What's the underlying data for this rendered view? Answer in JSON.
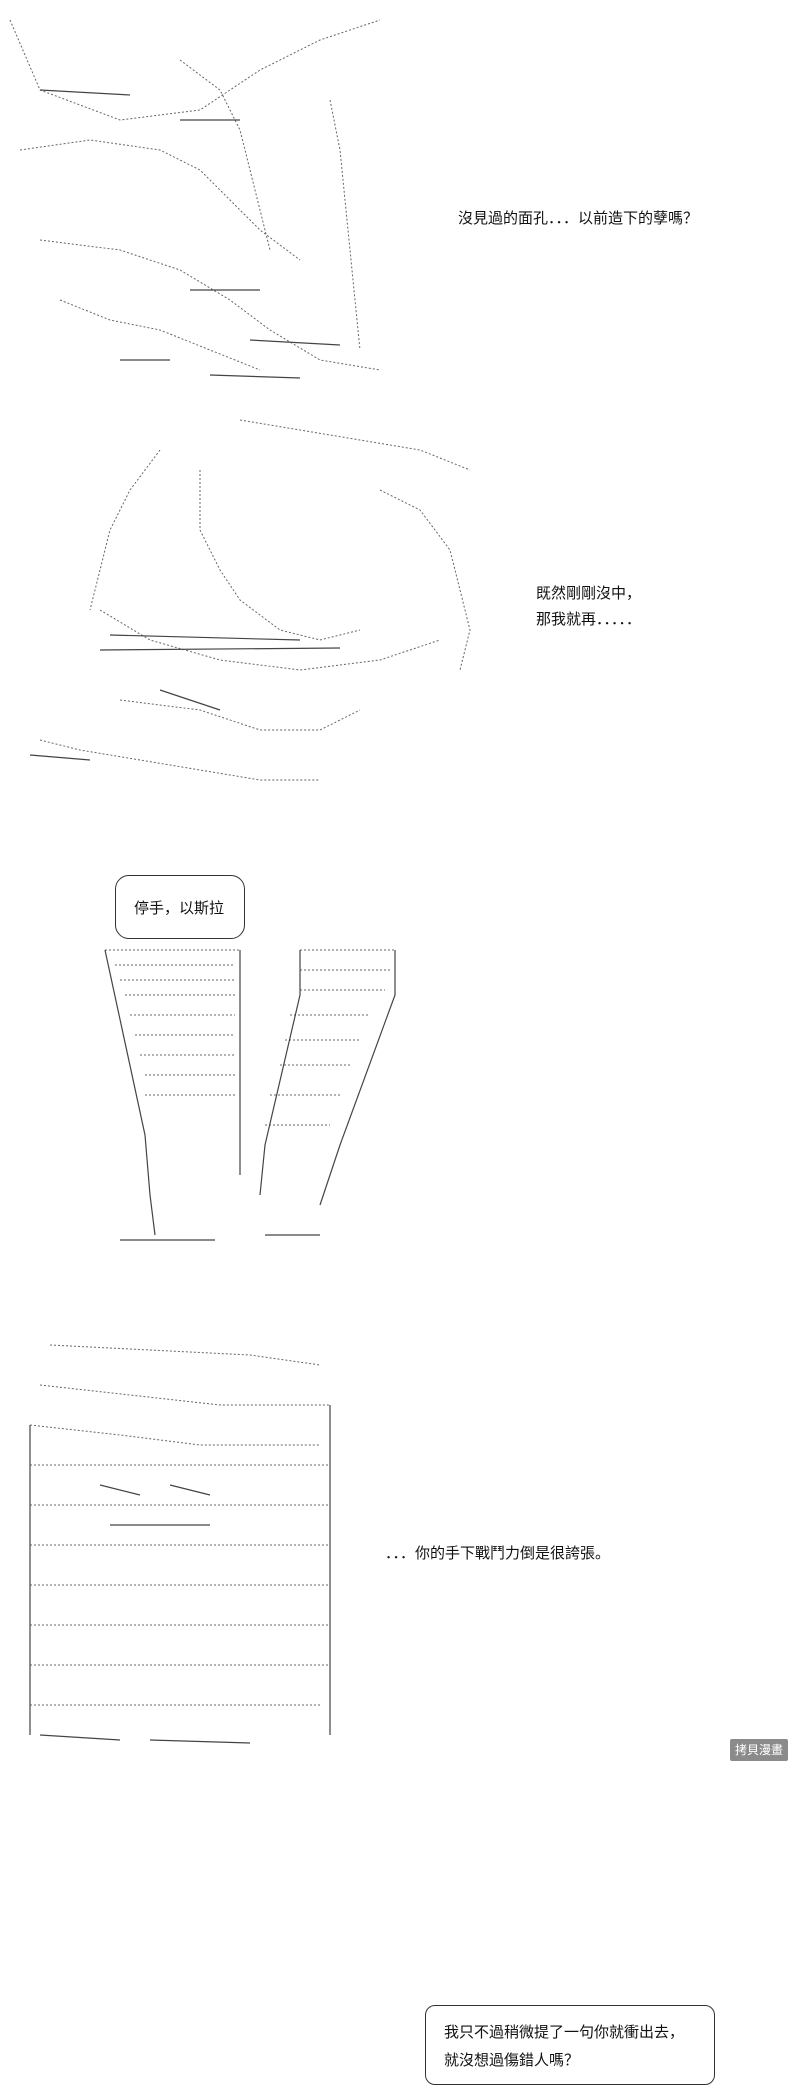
{
  "panels": [
    {
      "id": "p1",
      "caption": "沒見過的面孔．．．以前造下的孽嗎？"
    },
    {
      "id": "p2",
      "caption_lines": [
        "既然剛剛沒中，",
        "那我就再．．．．．"
      ],
      "bubble": "停手，以斯拉"
    },
    {
      "id": "p3",
      "bubble_lines": [
        "我只不過稍微提了一句你就衝出去，",
        "就沒想過傷錯人嗎？"
      ]
    },
    {
      "id": "p4",
      "caption": "．．．你的手下戰鬥力倒是很誇張。"
    }
  ],
  "watermark": "拷貝漫畫",
  "colors": {
    "background": "#ffffff",
    "ink": "#111111",
    "line": "#555555"
  }
}
